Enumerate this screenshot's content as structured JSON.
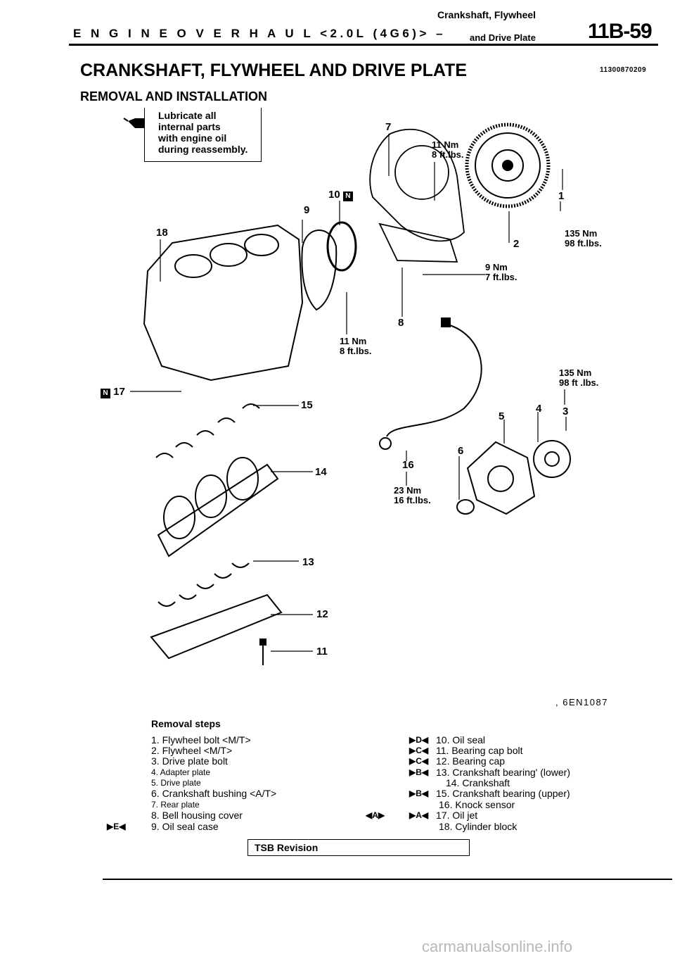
{
  "header": {
    "section": "E N G I N E  O V E R H A U L  <2.0L (4G6)> –",
    "subtitle_line1": "Crankshaft, Flywheel",
    "subtitle_line2": "and Drive Plate",
    "page": "11B-59"
  },
  "title": "CRANKSHAFT, FLYWHEEL AND DRIVE PLATE",
  "doc_number": "11300870209",
  "subtitle": "REMOVAL AND INSTALLATION",
  "lube_note": [
    "Lubricate all",
    "internal parts",
    "with engine oil",
    "during reassembly."
  ],
  "callouts": {
    "n1": "1",
    "n2": "2",
    "n3": "3",
    "n4": "4",
    "n5": "5",
    "n6": "6",
    "n7": "7",
    "n8": "8",
    "n9": "9",
    "n10": "10",
    "n11": "11",
    "n12": "12",
    "n13": "13",
    "n14": "14",
    "n15": "15",
    "n16": "16",
    "n17": "17",
    "n18": "18",
    "n_mark": "N"
  },
  "torques": {
    "t_flywheel_cover_nm": "11 Nm",
    "t_flywheel_cover_lb": "8 ft.lbs.",
    "t_flywheel_nm": "135 Nm",
    "t_flywheel_lb": "98 ft.lbs.",
    "t_bell_nm": "9 Nm",
    "t_bell_lb": "7 ft.lbs.",
    "t_seal_nm": "11 Nm",
    "t_seal_lb": "8 ft.lbs.",
    "t_plate_nm": "135 Nm",
    "t_plate_lb": "98 ft .lbs.",
    "t_knock_nm": "23 Nm",
    "t_knock_lb": "16 ft.lbs."
  },
  "figure_code": ",  6EN1087",
  "removal": {
    "heading": "Removal  steps",
    "left": [
      "1. Flywheel bolt <M/T>",
      "2. Flywheel <M/T>",
      "3. Drive plate bolt",
      "4. Adapter  plate",
      "5. Drive  plate",
      "6. Crankshaft bushing <A/T>",
      "7. Rear  plate",
      "8. Bell housing cover",
      "9. Oil  seal  case"
    ],
    "right": [
      "10. Oil seal",
      "11. Bearing cap bolt",
      "12. Bearing cap",
      "13. Crankshaft bearing' (lower)",
      "14. Crankshaft",
      "15. Crankshaft bearing (upper)",
      "16. Knock sensor",
      "17. Oil jet",
      "18. Cylinder block"
    ],
    "marks": {
      "m9": "▶E◀",
      "m10": "▶D◀",
      "m11": "▶C◀",
      "m12": "▶C◀",
      "m13": "▶B◀",
      "m15": "▶B◀",
      "m17a": "◀A▶",
      "m17b": "▶A◀"
    }
  },
  "tsb": "TSB  Revision",
  "watermark": "carmanualsonline.info",
  "colors": {
    "ink": "#000000",
    "paper": "#ffffff",
    "watermark": "#b8b8b8"
  }
}
